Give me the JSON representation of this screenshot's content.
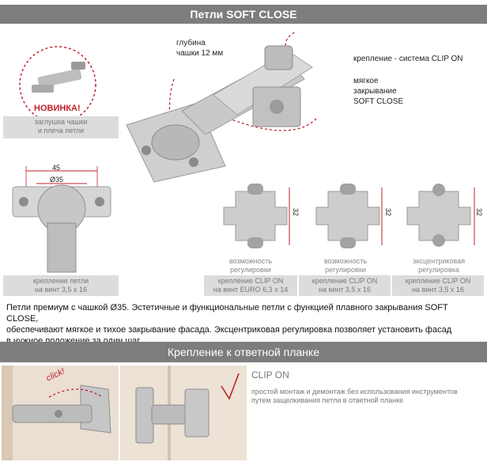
{
  "header": {
    "title": "Петли SOFT CLOSE"
  },
  "top_left": {
    "badge": "НОВИНКА!",
    "caption_line1": "заглушка чашки",
    "caption_line2": "и плеча петли"
  },
  "main_hinge": {
    "depth_line1": "глубина",
    "depth_line2": "чашки 12 мм",
    "clip_label": "крепление - система CLIP ON",
    "soft_line1": "мягкое",
    "soft_line2": "закрывание",
    "soft_line3": "SOFT CLOSE"
  },
  "dimensions": {
    "width_label": "45",
    "cup_label": "Ø35",
    "plate_height": "32"
  },
  "hinge_mount": {
    "caption_line1": "крепление петли",
    "caption_line2": "на винт 3,5 х 16"
  },
  "plates": [
    {
      "sub_line1": "возможность",
      "sub_line2": "регулировки",
      "cap_line1": "крепление CLIP ON",
      "cap_line2": "на винт EURO 6,3 х 14"
    },
    {
      "sub_line1": "возможность",
      "sub_line2": "регулировки",
      "cap_line1": "крепление CLIP ON",
      "cap_line2": "на винт 3,5 х 16"
    },
    {
      "sub_line1": "эксцентриковая",
      "sub_line2": "регулировка",
      "cap_line1": "крепление CLIP ON",
      "cap_line2": "на винт 3,5 х 16"
    }
  ],
  "description": {
    "line1": "Петли премиум с чашкой Ø35. Эстетичные и функциональные петли с функцией плавного закрывания SOFT CLOSE,",
    "line2": "обеспечивают мягкое и тихое закрывание фасада. Эксцентриковая регулировка позволяет установить фасад",
    "line3": "в нужное положение за один шаг."
  },
  "section2": {
    "title": "Крепление к ответной планке",
    "click_label": "click!",
    "clip_title": "CLIP ON",
    "clip_line1": "простой монтаж и демонтаж без использования инструментов",
    "clip_line2": "путем защелкивания петли в ответной планке"
  },
  "colors": {
    "bar": "#7d7d7d",
    "accent_red": "#c0202a",
    "caption_bg": "#dcdcdc",
    "metal": "#c4c4c4"
  }
}
